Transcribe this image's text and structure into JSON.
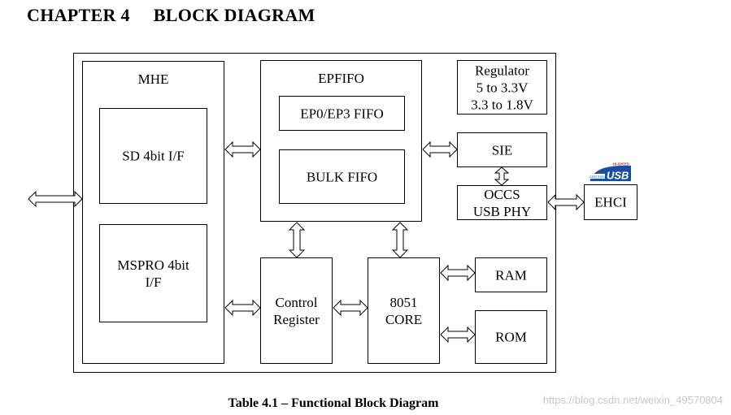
{
  "heading": {
    "chapter": "CHAPTER 4",
    "title": "BLOCK DIAGRAM"
  },
  "blocks": {
    "mhe": "MHE",
    "sd": "SD 4bit I/F",
    "mspro": "MSPRO 4bit\nI/F",
    "epfifo": "EPFIFO",
    "ep0ep3": "EP0/EP3 FIFO",
    "bulk": "BULK FIFO",
    "regulator": "Regulator\n5 to 3.3V\n3.3 to 1.8V",
    "sie": "SIE",
    "occs": "OCCS\nUSB PHY",
    "ehci": "EHCI",
    "control": "Control\nRegister",
    "core": "8051\nCORE",
    "ram": "RAM",
    "rom": "ROM"
  },
  "usb_logo": {
    "top_text": "HI-SPEED",
    "side_text": "CERTIFIED",
    "main_text": "USB",
    "color_blue": "#1a4fa0",
    "color_red": "#d0282a"
  },
  "caption": "Table 4.1 – Functional Block Diagram",
  "watermark": "https://blog.csdn.net/weixin_49570804"
}
